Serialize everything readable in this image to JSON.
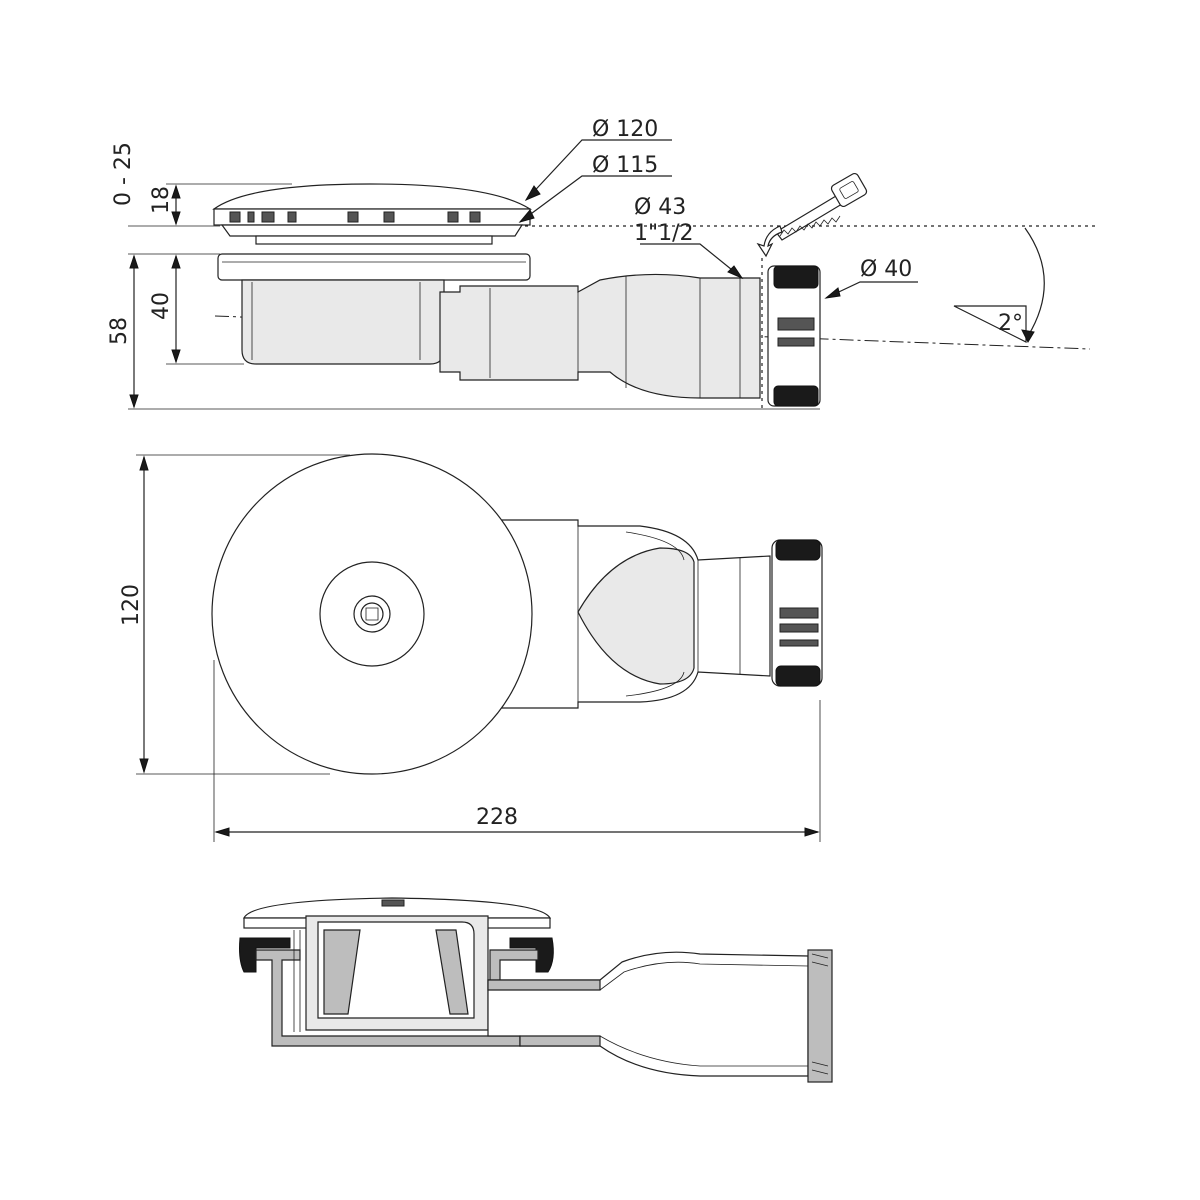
{
  "dimensions": {
    "d120": "Ø 120",
    "d115": "Ø 115",
    "d43": "Ø 43",
    "thread": "1\"1/2",
    "d40": "Ø 40",
    "adjust": "0 - 25",
    "h18": "18",
    "h40": "40",
    "h58": "58",
    "slope": "2°",
    "width120": "120",
    "length228": "228"
  },
  "icons": [
    "hacksaw-icon",
    "cut-arrow-icon",
    "slope-triangle-icon"
  ],
  "colors": {
    "line": "#222222",
    "shade": "#e9e9e9",
    "gasket": "#1a1a1a"
  }
}
